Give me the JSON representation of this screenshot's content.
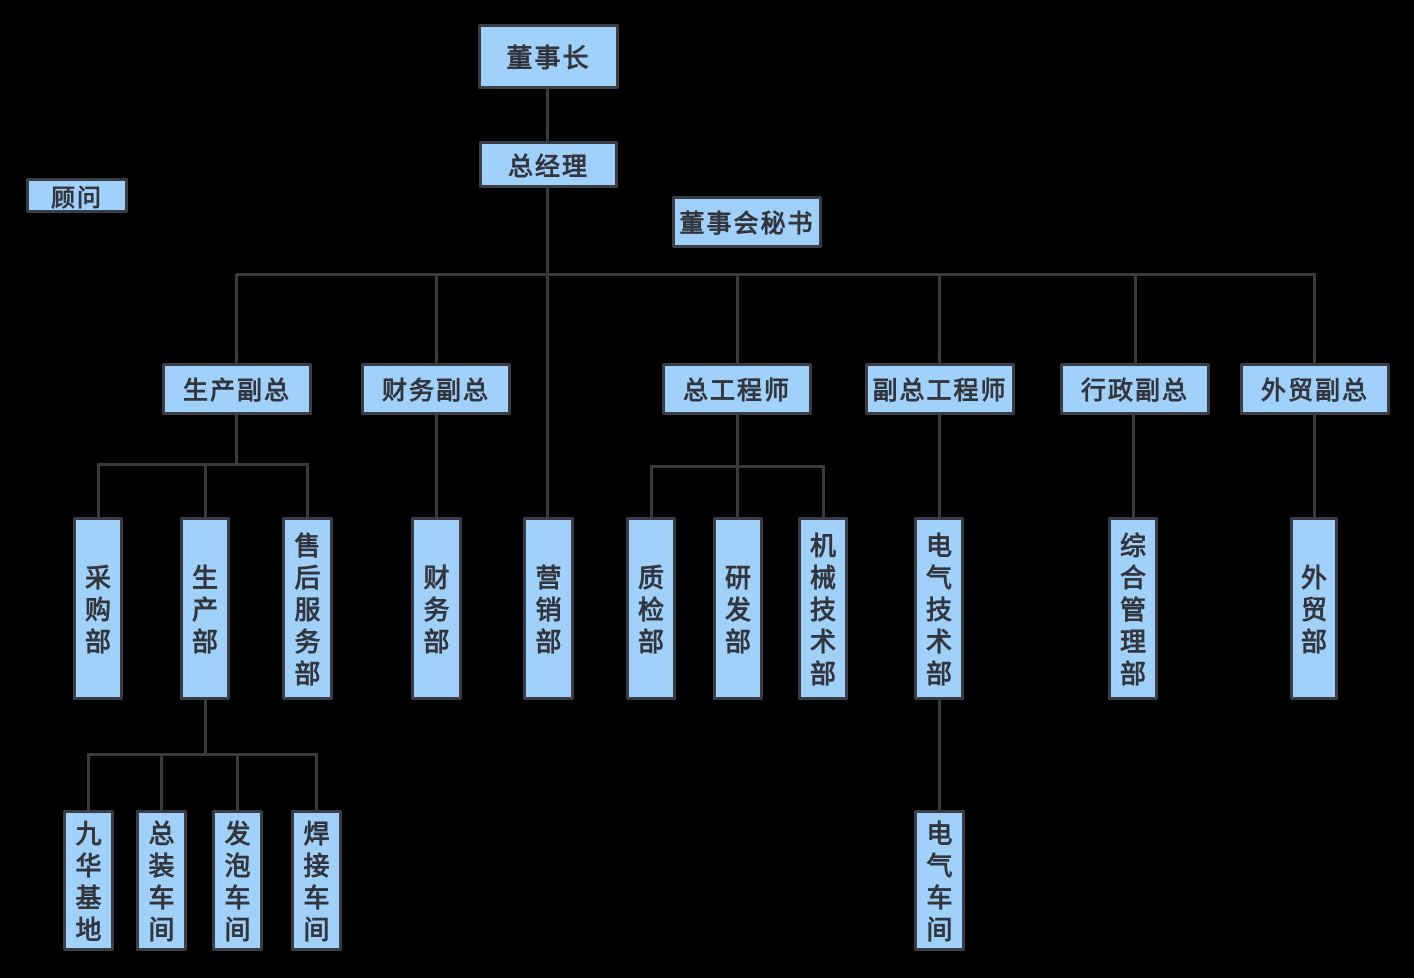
{
  "colors": {
    "bg": "#000000",
    "node_fill": "#A0D1FB",
    "node_border": "#3A3E44",
    "node_text": "#32363C",
    "line_color": "#3A3A3A"
  },
  "chart_data": {
    "type": "org-chart",
    "edges_note": "chairman>general_manager; general_manager>[production_vp,finance_vp,marketing_dept,chief_engineer,deputy_chief_engineer,admin_vp,trade_vp]; production_vp>[purchasing_dept,production_dept,after_sales_dept]; production_dept>[jiuhua_base,assembly_workshop,foaming_workshop,welding_workshop]; finance_vp>finance_dept; chief_engineer>[quality_dept,rd_dept,mech_tech_dept]; deputy_chief_engineer>elec_tech_dept; elec_tech_dept>electric_workshop; admin_vp>general_mgmt_dept; trade_vp>trade_dept; advisor and board_secretary unattached"
  },
  "nodes": {
    "chairman": {
      "label": "董事长"
    },
    "general_manager": {
      "label": "总经理"
    },
    "advisor": {
      "label": "顾问"
    },
    "board_secretary": {
      "label": "董事会秘书"
    },
    "production_vp": {
      "label": "生产副总"
    },
    "finance_vp": {
      "label": "财务副总"
    },
    "chief_engineer": {
      "label": "总工程师"
    },
    "deputy_chief_engineer": {
      "label": "副总工程师"
    },
    "admin_vp": {
      "label": "行政副总"
    },
    "trade_vp": {
      "label": "外贸副总"
    },
    "purchasing_dept": {
      "label": "采购部"
    },
    "production_dept": {
      "label": "生产部"
    },
    "after_sales_dept": {
      "label": "售后服务部"
    },
    "finance_dept": {
      "label": "财务部"
    },
    "marketing_dept": {
      "label": "营销部"
    },
    "quality_dept": {
      "label": "质检部"
    },
    "rd_dept": {
      "label": "研发部"
    },
    "mech_tech_dept": {
      "label": "机械技术部"
    },
    "elec_tech_dept": {
      "label": "电气技术部"
    },
    "general_mgmt_dept": {
      "label": "综合管理部"
    },
    "trade_dept": {
      "label": "外贸部"
    },
    "jiuhua_base": {
      "label": "九华基地"
    },
    "assembly_workshop": {
      "label": "总装车间"
    },
    "foaming_workshop": {
      "label": "发泡车间"
    },
    "welding_workshop": {
      "label": "焊接车间"
    },
    "electric_workshop": {
      "label": "电气车间"
    }
  }
}
